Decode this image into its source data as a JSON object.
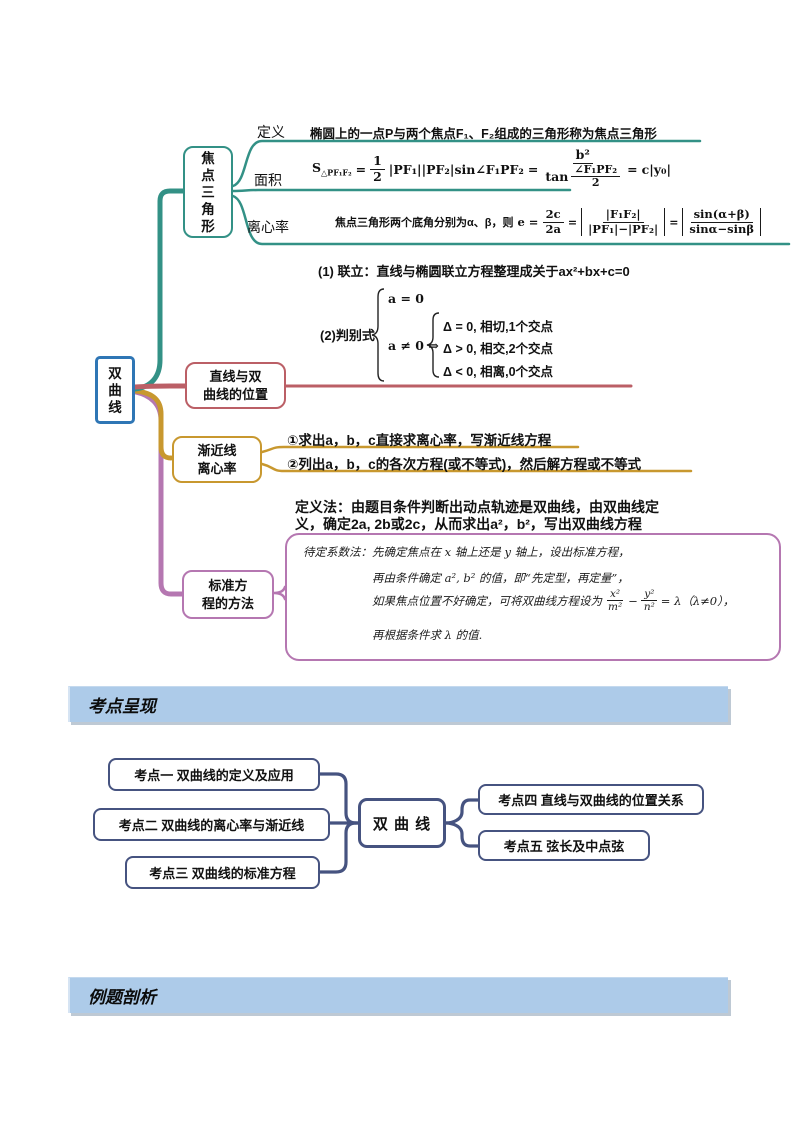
{
  "palette": {
    "teal": "#339186",
    "rose": "#bb5f66",
    "orange": "#c8982f",
    "purple": "#b577b1",
    "navy": "#465380",
    "root_blue": "#2f76b5",
    "banner_bg": "#adcbe9"
  },
  "main_map": {
    "root": "双曲线",
    "focal": {
      "node": "焦点三角形",
      "def_label": "定义",
      "def_text": "椭圆上的一点P与两个焦点F₁、F₂组成的三角形称为焦点三角形",
      "area_label": "面积",
      "area": {
        "s": "S",
        "s_sub": "△PF₁F₂",
        "eq1": "=",
        "half_num": "1",
        "half_den": "2",
        "body": "|PF₁||PF₂|sin∠F₁PF₂",
        "eq2": "=",
        "num": "b²",
        "tan": "tan",
        "ang_num": "∠F₁PF₂",
        "ang_den": "2",
        "eq3": "=",
        "tail": "c|y₀|"
      },
      "ecc_label": "离心率",
      "ecc": {
        "prefix": "焦点三角形两个底角分别为α、β，则",
        "e": "e =",
        "f1_num": "2c",
        "f1_den": "2a",
        "eq2": "=",
        "f2_num": "|F₁F₂|",
        "f2_den": "|PF₁|−|PF₂|",
        "eq3": "=",
        "f3_num": "sin(α+β)",
        "f3_den": "sinα−sinβ"
      }
    },
    "line_pos": {
      "node_line1": "直线与双",
      "node_line2": "曲线的位置",
      "item1": "(1) 联立：直线与椭圆联立方程整理成关于ax²+bx+c=0",
      "item2": "(2)判别式",
      "case_top": "a = 0",
      "case_bottom": "a ≠ 0 ⇒",
      "delta_cases": [
        "Δ = 0, 相切,1个交点",
        "Δ > 0, 相交,2个交点",
        "Δ < 0,  相离,0个交点"
      ]
    },
    "asymptote": {
      "node_line1": "渐近线",
      "node_line2": "离心率",
      "item1": "①求出a，b，c直接求离心率，写渐近线方程",
      "item2": "②列出a，b，c的各次方程(或不等式)，然后解方程或不等式"
    },
    "standard": {
      "node_line1": "标准方",
      "node_line2": "程的方法",
      "def_line1": "定义法：由题目条件判断出动点轨迹是双曲线，由双曲线定",
      "def_line2": "义，确定2a, 2b或2c，从而求出a²，b²，写出双曲线方程",
      "pend_line1": "待定系数法：先确定焦点在 x 轴上还是 y 轴上，设出标准方程，",
      "pend_line2": "再由条件确定 a², b² 的值，即“先定型，再定量”，",
      "pend_line3_pre": "如果焦点位置不好确定，可将双曲线方程设为",
      "pend_frac1_num": "x²",
      "pend_frac1_den": "m²",
      "pend_minus": "−",
      "pend_frac2_num": "y²",
      "pend_frac2_den": "n²",
      "pend_line3_post": "= λ（λ≠0），",
      "pend_line4": "再根据条件求 λ 的值."
    }
  },
  "banners": {
    "exam_points": "考点呈现",
    "examples": "例题剖析"
  },
  "exam_map": {
    "center": "双 曲 线",
    "left": [
      "考点一  双曲线的定义及应用",
      "考点二  双曲线的离心率与渐近线",
      "考点三  双曲线的标准方程"
    ],
    "right": [
      "考点四  直线与双曲线的位置关系",
      "考点五  弦长及中点弦"
    ]
  }
}
